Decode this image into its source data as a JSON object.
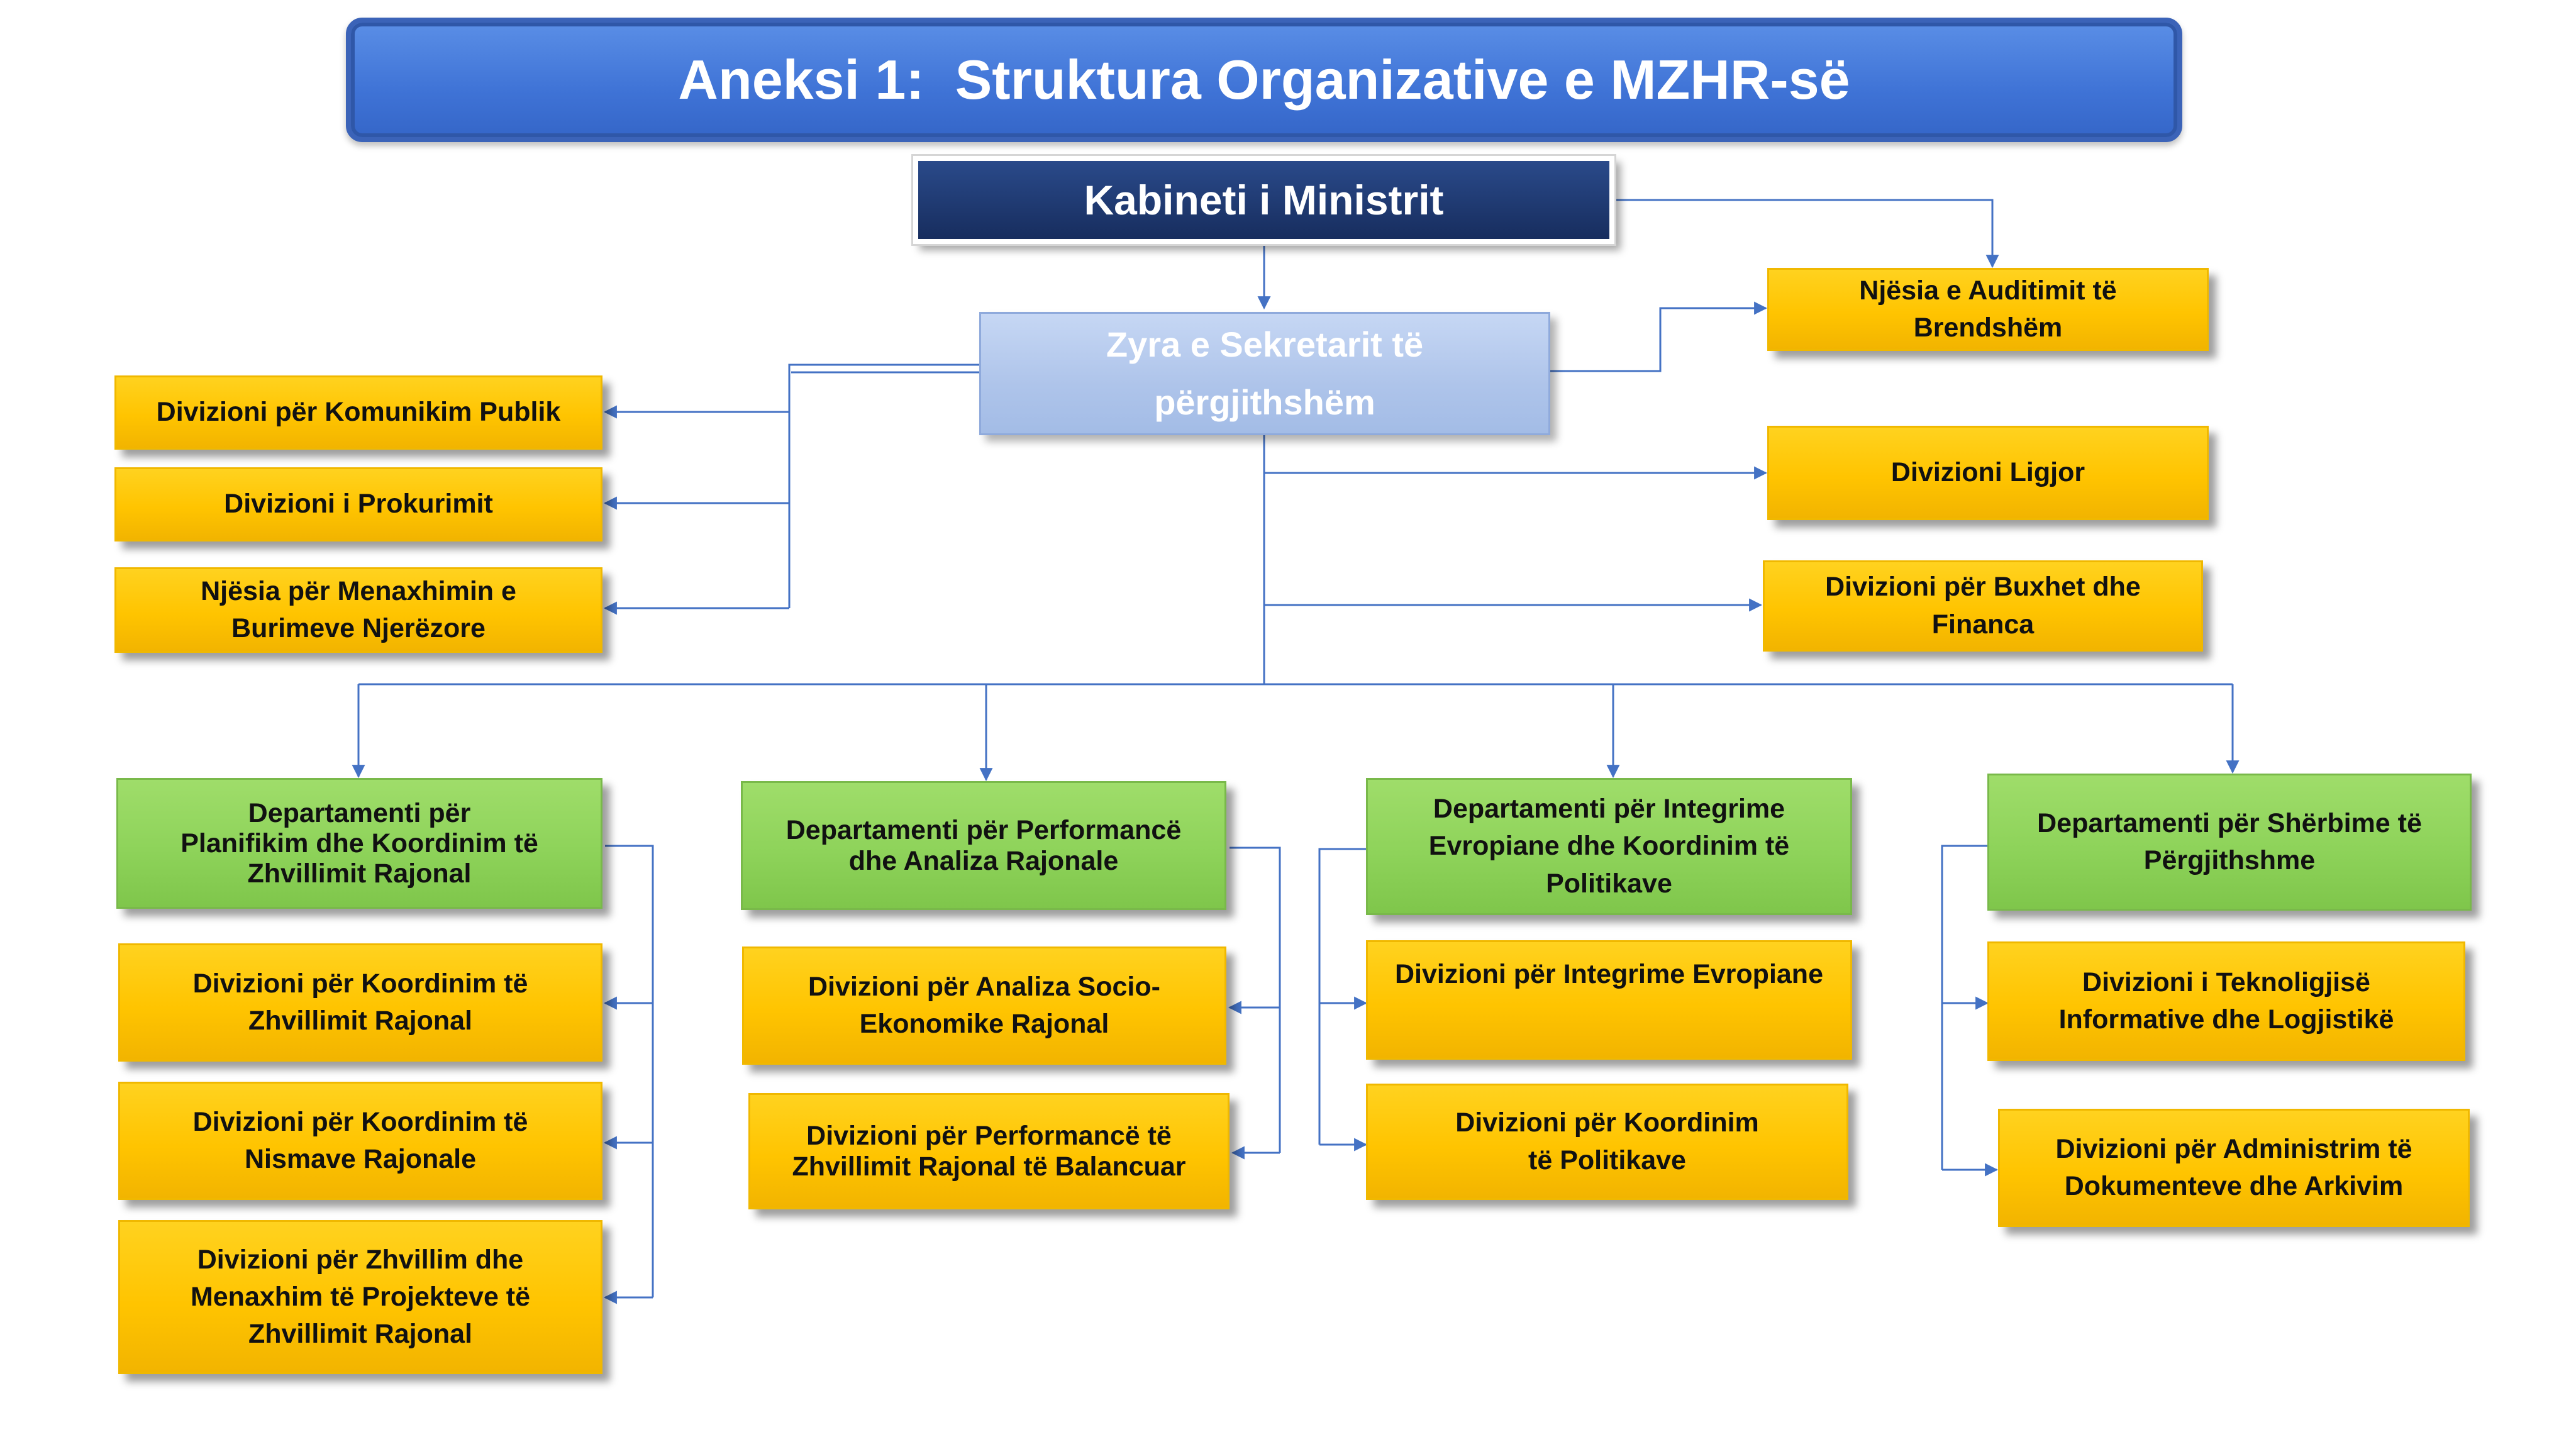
{
  "title": "Aneksi 1:  Struktura Organizative e MZHR-së",
  "cabinet": "Kabineti i Ministrit",
  "secretary": "Zyra e Sekretarit të\npërgjithshëm",
  "left_units": [
    "Divizioni për Komunikim Publik",
    "Divizioni i Prokurimit",
    "Njësia për Menaxhimin e\nBurimeve Njerëzore"
  ],
  "right_units": [
    "Njësia e Auditimit të\nBrendshëm",
    "Divizioni Ligjor",
    "Divizioni  për Buxhet dhe\nFinanca"
  ],
  "departments": [
    {
      "name": "Departamenti për\nPlanifikim dhe Koordinim të\nZhvillimit Rajonal",
      "divisions": [
        "Divizioni për Koordinim të\nZhvillimit Rajonal",
        "Divizioni për Koordinim të\nNismave Rajonale",
        "Divizioni për Zhvillim dhe\nMenaxhim të Projekteve të\nZhvillimit Rajonal"
      ]
    },
    {
      "name": "Departamenti për Performancë\ndhe Analiza  Rajonale",
      "divisions": [
        "Divizioni për Analiza Socio-\nEkonomike Rajonal",
        "Divizioni për Performancë të\nZhvillimit Rajonal të Balancuar"
      ]
    },
    {
      "name": "Departamenti për Integrime\nEvropiane dhe Koordinim të\nPolitikave",
      "divisions": [
        "Divizioni për Integrime Evropiane",
        "Divizioni për Koordinim\ntë Politikave"
      ]
    },
    {
      "name": "Departamenti për Shërbime të\nPërgjithshme",
      "divisions": [
        "Divizioni i Teknoligjisë\nInformative dhe Logjistikë",
        "Divizioni për Administrim të\nDokumenteve dhe Arkivim"
      ]
    }
  ],
  "colors": {
    "title_bar": "#4472C4",
    "cabinet": "#1F3864",
    "secretary": "#B4C7E7",
    "unit": "#FFC000",
    "department": "#92D050",
    "connector": "#4472C4"
  }
}
